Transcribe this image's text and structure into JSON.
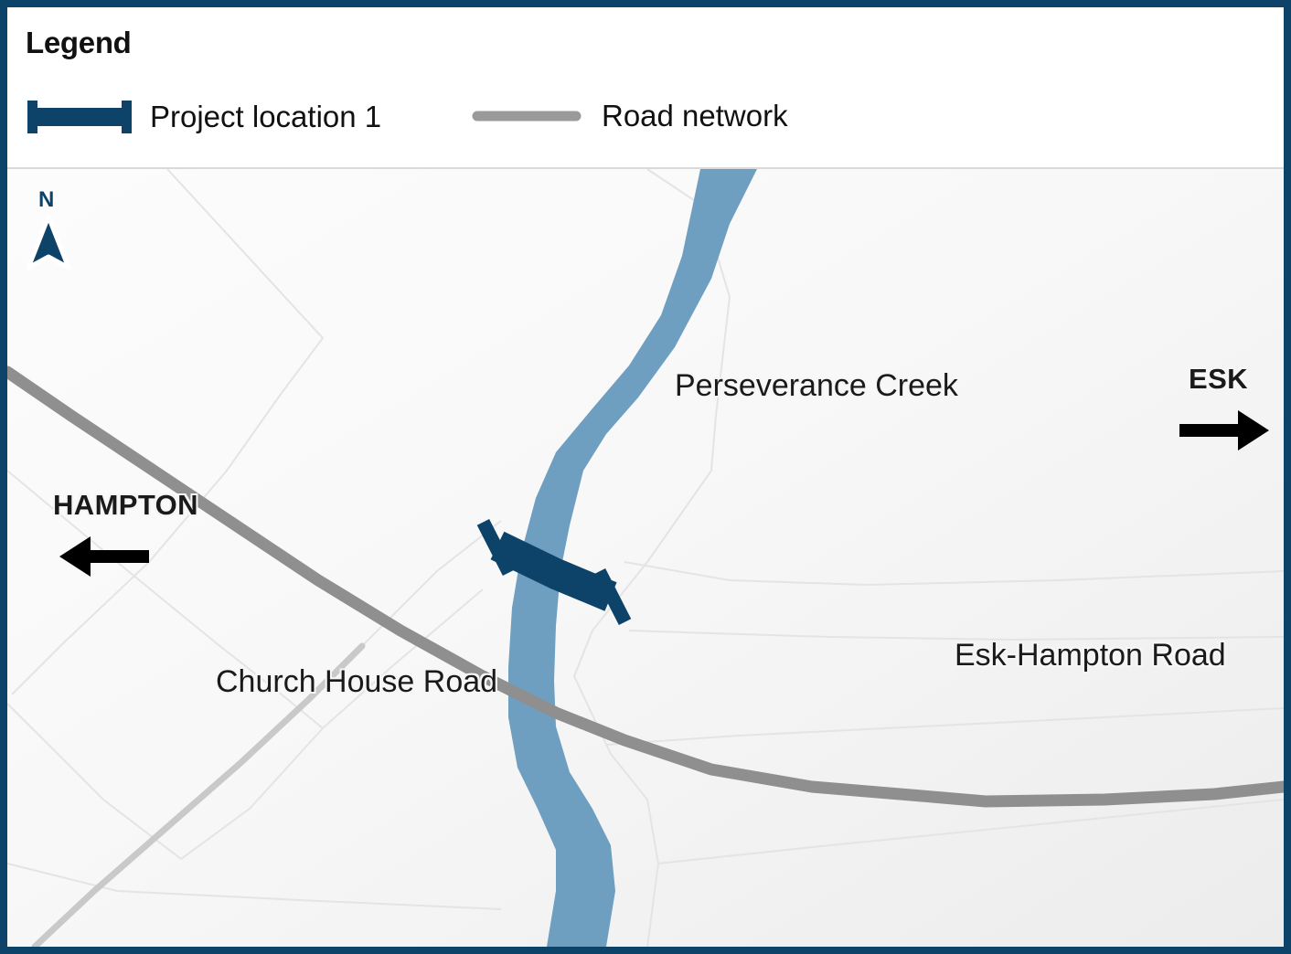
{
  "legend": {
    "title": "Legend",
    "items": [
      {
        "label": "Project location 1",
        "symbol": "bridge-bar",
        "color": "#0d4269"
      },
      {
        "label": "Road network",
        "symbol": "line",
        "color": "#9a9a9a"
      }
    ]
  },
  "map": {
    "labels": {
      "creek": "Perseverance Creek",
      "church_house_road": "Church House Road",
      "esk_hampton_road": "Esk-Hampton Road"
    },
    "direction_indicators": [
      {
        "label": "HAMPTON",
        "direction": "left"
      },
      {
        "label": "ESK",
        "direction": "right"
      }
    ],
    "north_arrow": {
      "label": "N"
    },
    "colors": {
      "border": "#0d4269",
      "project_marker": "#0d4269",
      "road": "#8f8f8f",
      "minor_road": "#c9c9c9",
      "creek": "#6f9fc0",
      "parcel_boundary": "#e3e3e3",
      "background": "#f7f7f7"
    }
  }
}
